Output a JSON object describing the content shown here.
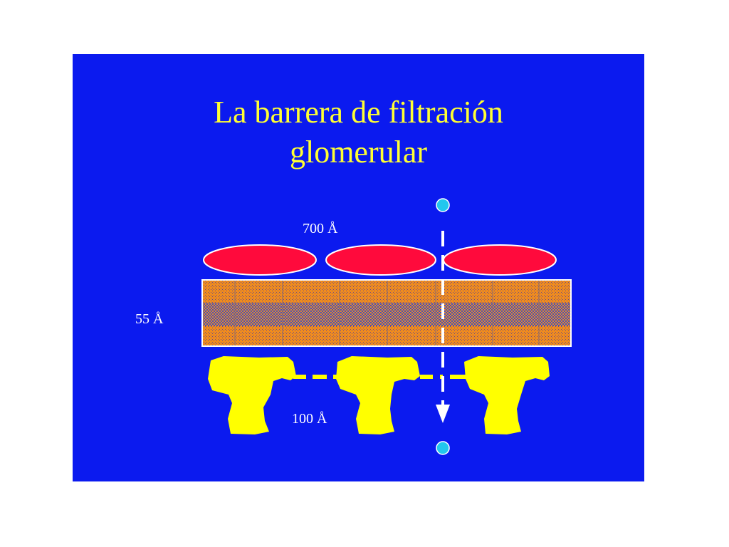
{
  "slide": {
    "title_lines": [
      "La barrera de filtración",
      "glomerular"
    ]
  },
  "diagram": {
    "labels": {
      "endothelium_pore": "700 Å",
      "basement_membrane": "55 Å",
      "slit_diaphragm": "100 Å"
    }
  },
  "colors": {
    "page_background": "#ffffff",
    "slide_background": "#0b1aef",
    "title": "#ffff33",
    "endothelial_cell": "#ff0a3c",
    "membrane_orange": "#f08c1e",
    "membrane_speckle": "#7a6aa0",
    "podocyte": "#ffff00",
    "particle": "#22c7ee",
    "label": "#ffffff"
  }
}
